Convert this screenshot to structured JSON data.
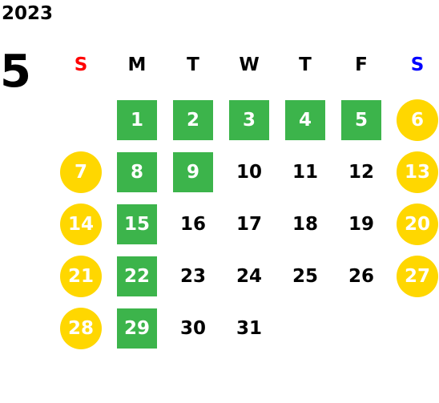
{
  "calendar": {
    "year": "2023",
    "month": "5",
    "weekdays": [
      "S",
      "M",
      "T",
      "W",
      "T",
      "F",
      "S"
    ],
    "colors": {
      "sunday_header": "#ff0000",
      "saturday_header": "#0000ff",
      "green_day": "#3cb44b",
      "yellow_day": "#ffd700",
      "text": "#000000"
    },
    "days": [
      {
        "label": "1",
        "style": "green"
      },
      {
        "label": "2",
        "style": "green"
      },
      {
        "label": "3",
        "style": "green"
      },
      {
        "label": "4",
        "style": "green"
      },
      {
        "label": "5",
        "style": "green"
      },
      {
        "label": "6",
        "style": "yellow"
      },
      {
        "label": "7",
        "style": "yellow"
      },
      {
        "label": "8",
        "style": "green"
      },
      {
        "label": "9",
        "style": "green"
      },
      {
        "label": "10",
        "style": "plain"
      },
      {
        "label": "11",
        "style": "plain"
      },
      {
        "label": "12",
        "style": "plain"
      },
      {
        "label": "13",
        "style": "yellow"
      },
      {
        "label": "14",
        "style": "yellow"
      },
      {
        "label": "15",
        "style": "green"
      },
      {
        "label": "16",
        "style": "plain"
      },
      {
        "label": "17",
        "style": "plain"
      },
      {
        "label": "18",
        "style": "plain"
      },
      {
        "label": "19",
        "style": "plain"
      },
      {
        "label": "20",
        "style": "yellow"
      },
      {
        "label": "21",
        "style": "yellow"
      },
      {
        "label": "22",
        "style": "green"
      },
      {
        "label": "23",
        "style": "plain"
      },
      {
        "label": "24",
        "style": "plain"
      },
      {
        "label": "25",
        "style": "plain"
      },
      {
        "label": "26",
        "style": "plain"
      },
      {
        "label": "27",
        "style": "yellow"
      },
      {
        "label": "28",
        "style": "yellow"
      },
      {
        "label": "29",
        "style": "green"
      },
      {
        "label": "30",
        "style": "plain"
      },
      {
        "label": "31",
        "style": "plain"
      }
    ]
  }
}
